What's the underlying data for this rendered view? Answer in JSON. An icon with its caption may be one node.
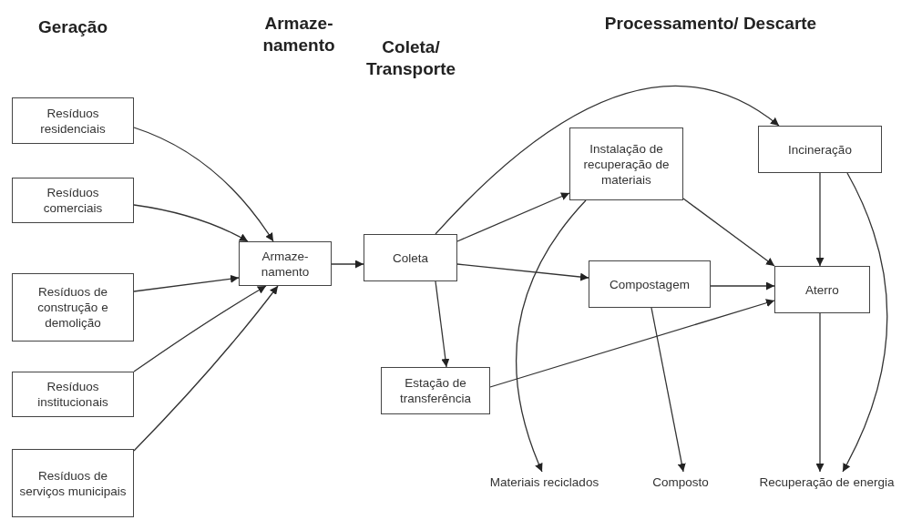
{
  "diagram": {
    "nodes": [
      {
        "text": [
          "Resíduos residenciais"
        ]
      },
      {
        "text": [
          "Resíduos comerciais"
        ]
      },
      {
        "text": [
          "Resíduos de construção e demolição"
        ]
      },
      {
        "text": [
          "Resíduos institucionais"
        ]
      },
      {
        "text": [
          "Resíduos de serviços municipais"
        ]
      },
      {
        "text": [
          "Armaze- namento"
        ]
      },
      {
        "text": [
          "Coleta"
        ]
      },
      {
        "text": [
          "Estação de transferência"
        ]
      },
      {
        "text": [
          "Instalação de recuperação de materiais"
        ]
      },
      {
        "text": [
          "Incineração"
        ]
      },
      {
        "text": [
          "Compostagem"
        ]
      },
      {
        "text": [
          "Aterro"
        ]
      },
      {
        "text": [
          "Materiais reciclados"
        ]
      },
      {
        "text": [
          "Composto"
        ]
      },
      {
        "text": [
          "Recuperação de energia"
        ]
      }
    ],
    "edges": [
      {
        "from": 0,
        "to": 5,
        "arrow": "to"
      },
      {
        "from": 1,
        "to": 5,
        "arrow": "to"
      },
      {
        "from": 2,
        "to": 5,
        "arrow": "to"
      },
      {
        "from": 3,
        "to": 5,
        "arrow": "to"
      },
      {
        "from": 4,
        "to": 5,
        "arrow": "to"
      },
      {
        "from": 5,
        "to": 6,
        "arrow": "to"
      },
      {
        "from": 6,
        "to": 9,
        "arrow": "to"
      },
      {
        "from": 6,
        "to": 8,
        "arrow": "to"
      },
      {
        "from": 6,
        "to": 10,
        "arrow": "to"
      },
      {
        "from": 6,
        "to": 7,
        "arrow": "to"
      },
      {
        "from": 7,
        "to": 11,
        "arrow": "to"
      },
      {
        "from": 8,
        "to": 11,
        "arrow": "to"
      },
      {
        "from": 8,
        "to": 12,
        "arrow": "to"
      },
      {
        "from": 9,
        "to": 11,
        "arrow": "to"
      },
      {
        "from": 9,
        "to": 14,
        "arrow": "to"
      },
      {
        "from": 10,
        "to": 11,
        "arrow": "to"
      },
      {
        "from": 10,
        "to": 13,
        "arrow": "to"
      },
      {
        "from": 11,
        "to": 14,
        "arrow": "to"
      }
    ],
    "labels": [
      "Geração",
      "Armaze- namento",
      "Coleta/ Transporte",
      "Processamento/ Descarte"
    ]
  }
}
